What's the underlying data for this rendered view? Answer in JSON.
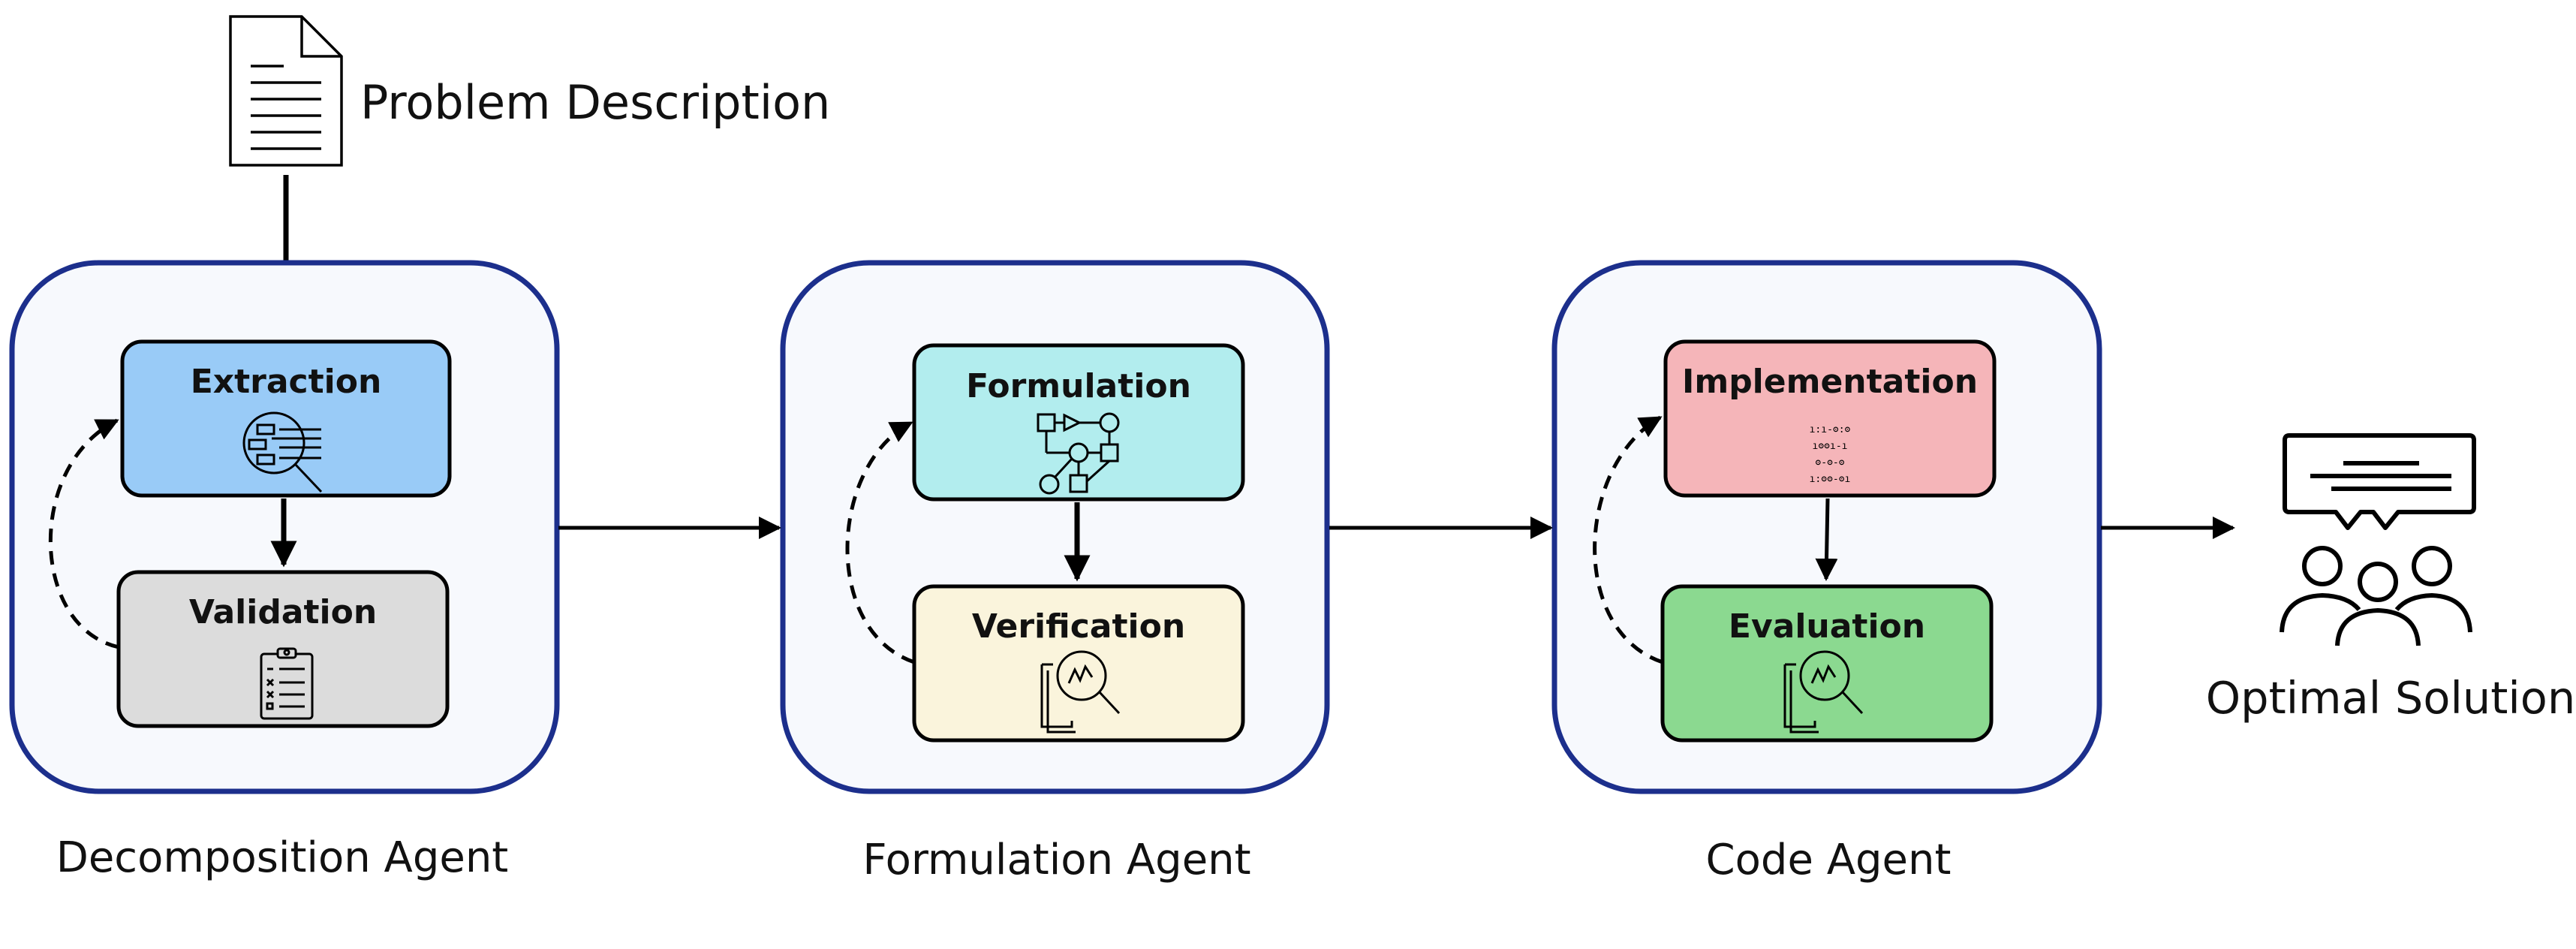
{
  "input": {
    "label": "Problem Description",
    "icon": "document-icon"
  },
  "output": {
    "label": "Optimal Solution",
    "icon": "team-chat-icon"
  },
  "agents": [
    {
      "name": "Decomposition Agent",
      "steps": [
        {
          "label": "Extraction",
          "color": "#99CBF7",
          "icon": "magnifier-list-icon"
        },
        {
          "label": "Validation",
          "color": "#DCDCDC",
          "icon": "clipboard-checklist-icon"
        }
      ]
    },
    {
      "name": "Formulation Agent",
      "steps": [
        {
          "label": "Formulation",
          "color": "#B2EDEE",
          "icon": "flowchart-icon"
        },
        {
          "label": "Verification",
          "color": "#FAF4DC",
          "icon": "document-magnifier-icon"
        }
      ]
    },
    {
      "name": "Code Agent",
      "steps": [
        {
          "label": "Implementation",
          "color": "#F5B5B9",
          "icon": "binary-code-icon"
        },
        {
          "label": "Evaluation",
          "color": "#8BD990",
          "icon": "document-magnifier-icon"
        }
      ]
    }
  ],
  "colors": {
    "agent_border": "#1C2F8C",
    "agent_fill": "#F7F9FD",
    "line": "#000000"
  }
}
